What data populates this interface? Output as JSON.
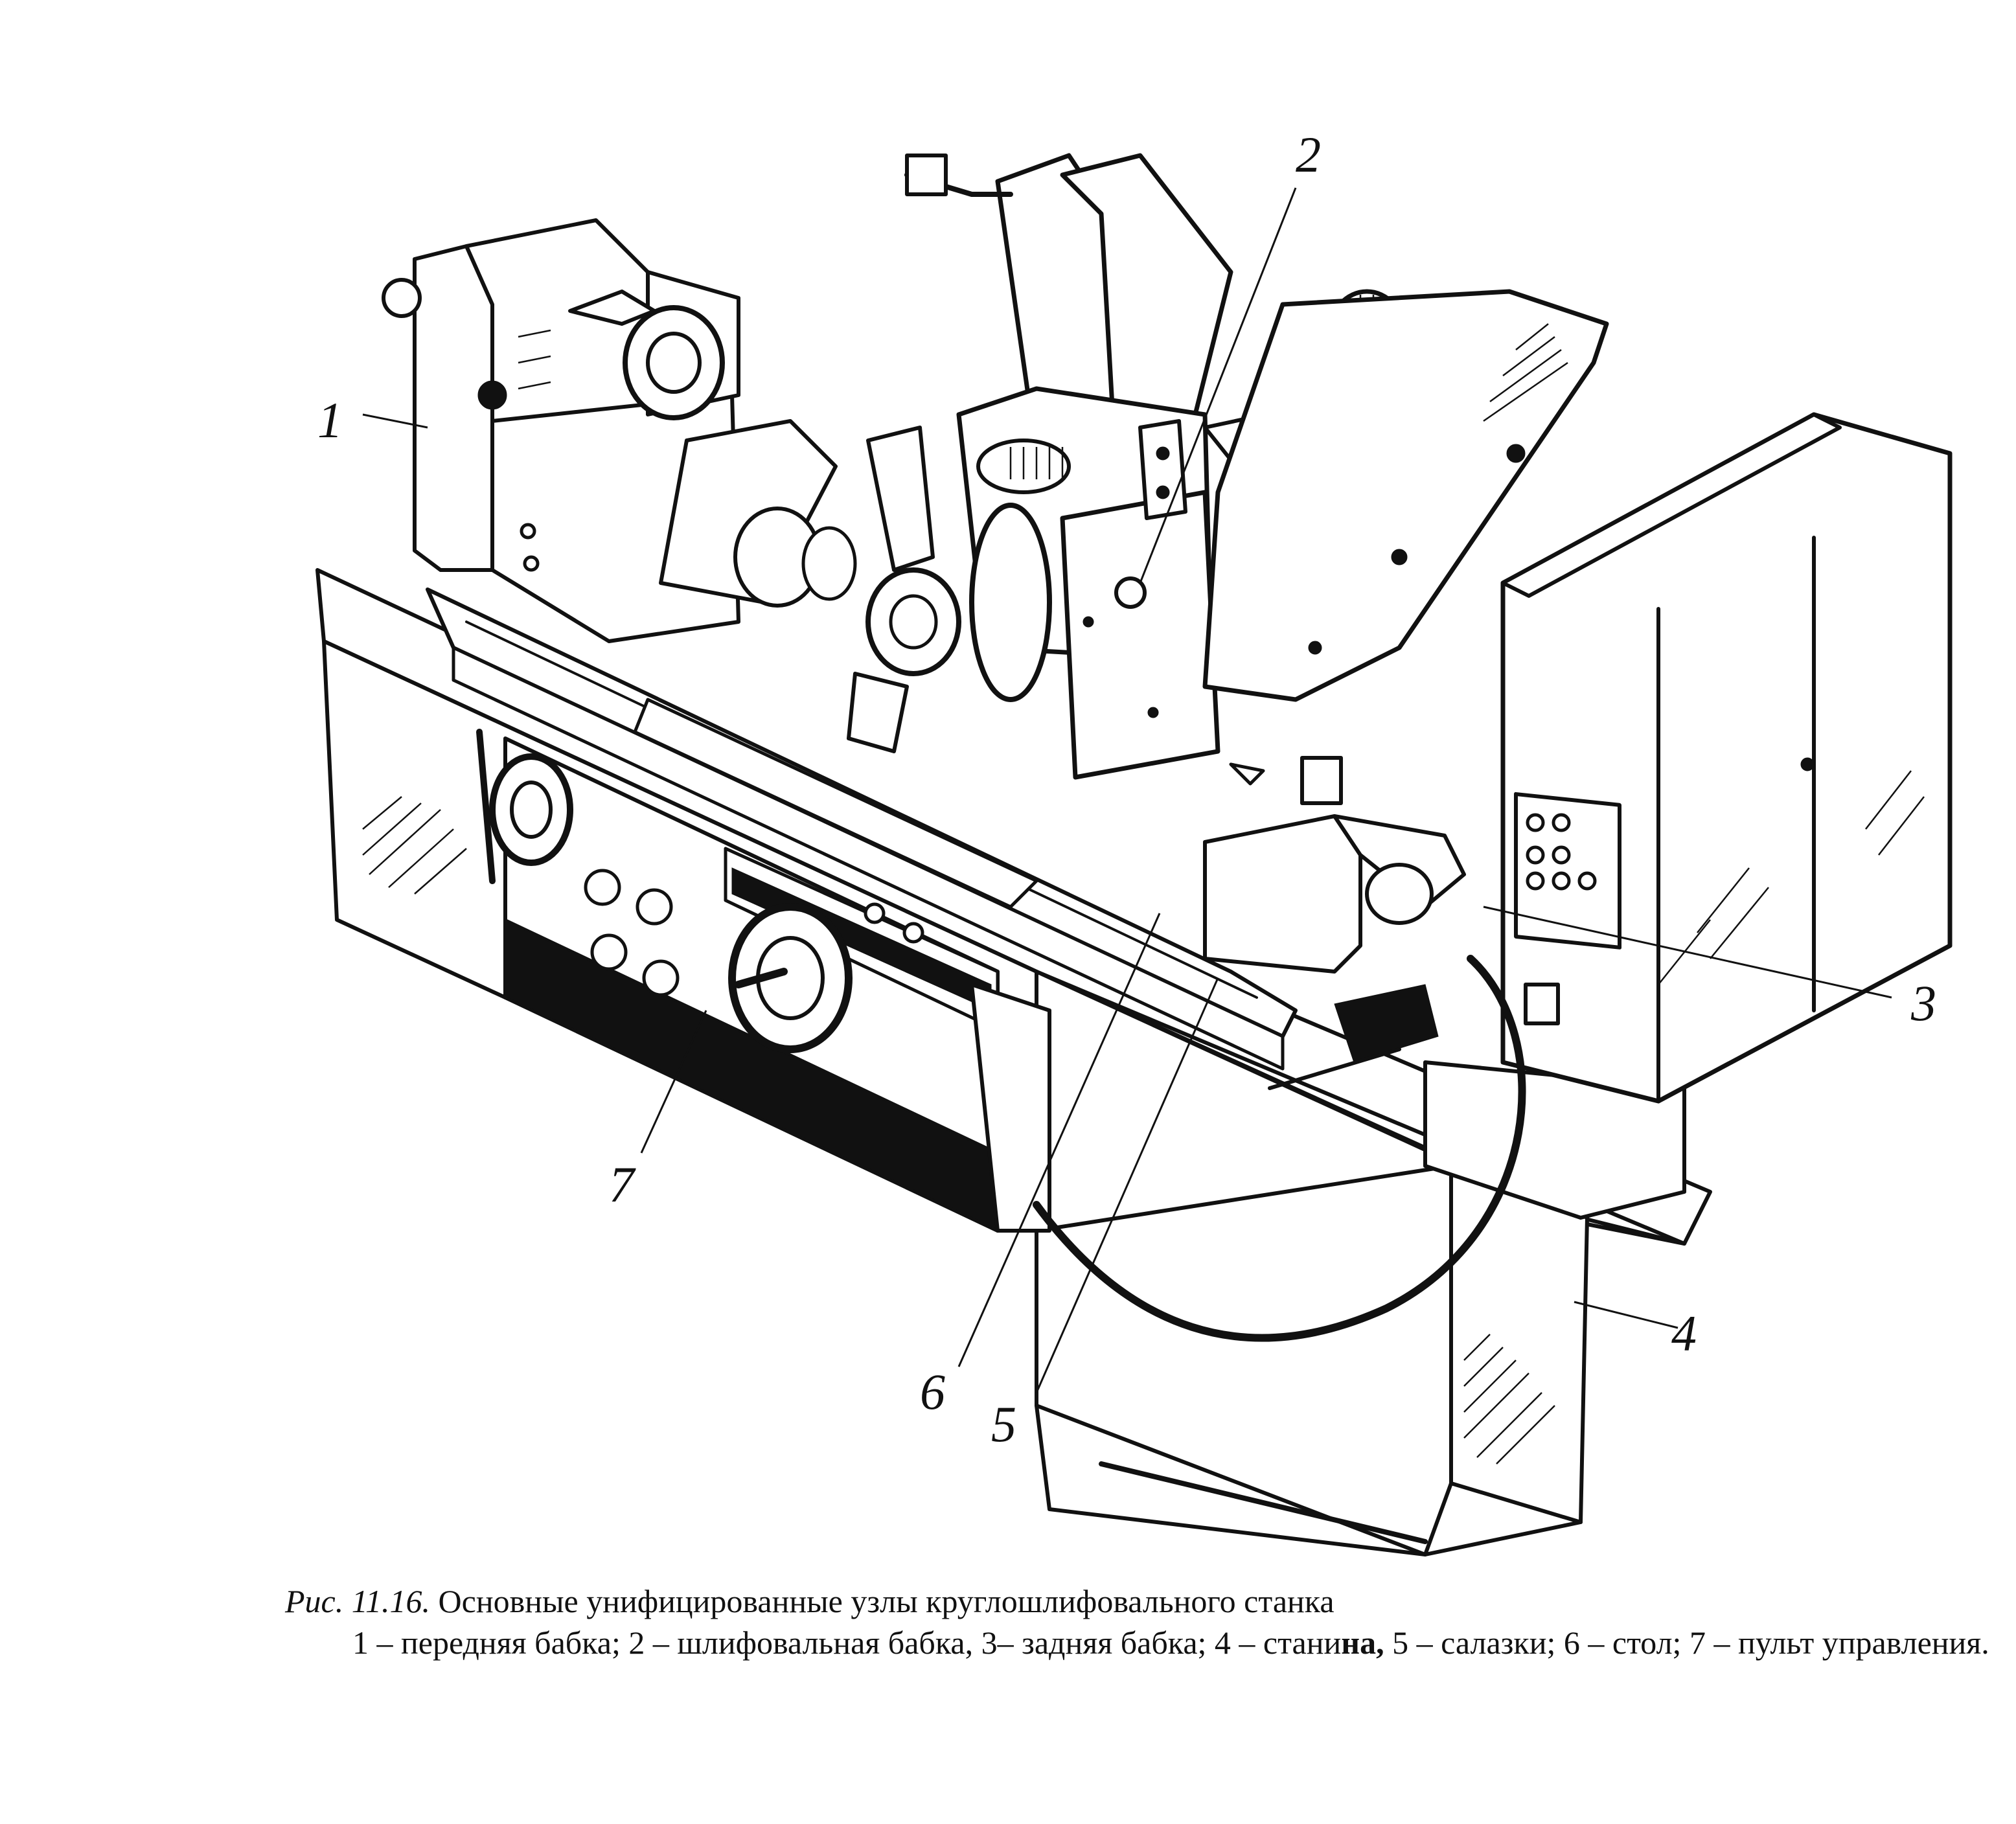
{
  "figure": {
    "callouts": [
      {
        "id": "1",
        "label": "1"
      },
      {
        "id": "2",
        "label": "2"
      },
      {
        "id": "3",
        "label": "3"
      },
      {
        "id": "4",
        "label": "4"
      },
      {
        "id": "5",
        "label": "5"
      },
      {
        "id": "6",
        "label": "6"
      },
      {
        "id": "7",
        "label": "7"
      }
    ]
  },
  "caption": {
    "figure_number": "Рис. 11.16.",
    "title": "Основные унифицированные узлы круглошлифовального станка",
    "legend": [
      {
        "number": "1",
        "text": "1 – передняя бабка;"
      },
      {
        "number": "2",
        "text": "2 – шлифовальная бабка,"
      },
      {
        "number": "3",
        "text": "3– задняя бабка;"
      },
      {
        "number": "4",
        "text": "4 – стани"
      },
      {
        "number": "4",
        "text_bold": "на,"
      },
      {
        "number": "5",
        "text": "5 – салазки;"
      },
      {
        "number": "6",
        "text": "6 – стол;"
      },
      {
        "number": "7",
        "text": "7 – пульт управления."
      }
    ]
  }
}
